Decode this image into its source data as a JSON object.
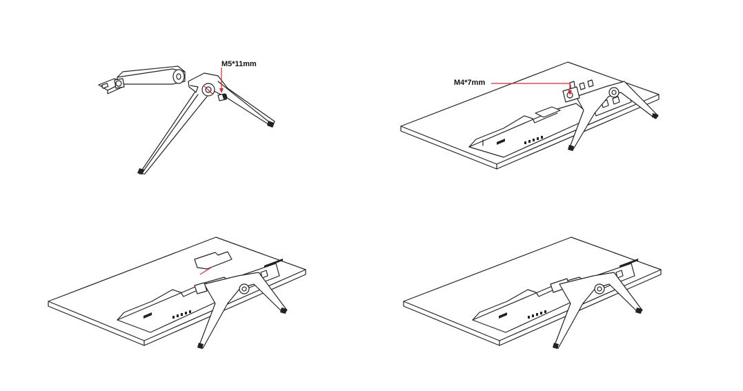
{
  "steps": [
    {
      "id": "step-1",
      "screw_label": "M5*11mm"
    },
    {
      "id": "step-2",
      "screw_label": "M4*7mm"
    },
    {
      "id": "step-3"
    },
    {
      "id": "step-4"
    }
  ],
  "colors": {
    "line": "#222222",
    "accent": "#e0262b",
    "background": "#ffffff"
  }
}
